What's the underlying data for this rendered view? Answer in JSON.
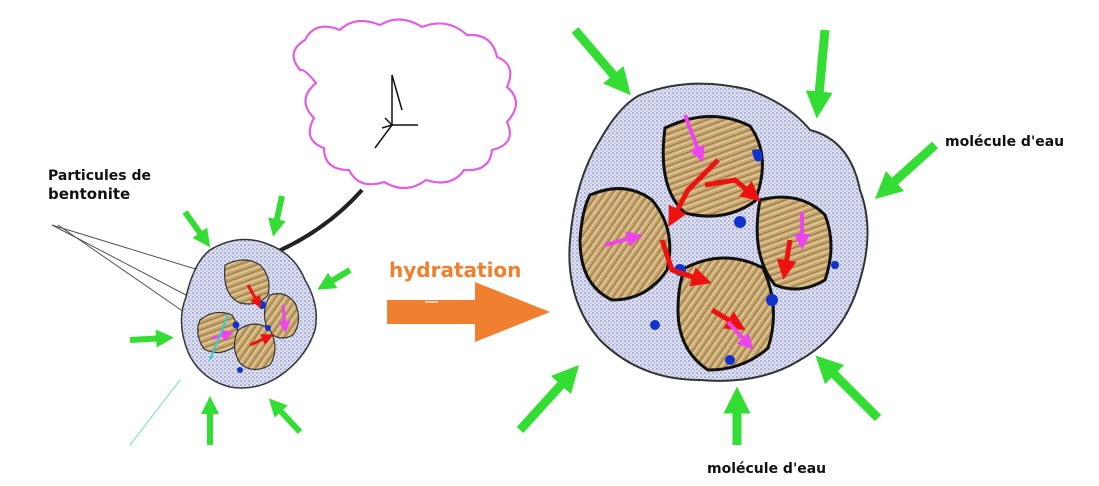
{
  "labels": {
    "particles_line1": "Particules de",
    "particles_line2": "bentonite",
    "process": "hydratation",
    "water_top": "molécule d'eau",
    "water_bottom": "molécule d'eau"
  },
  "colors": {
    "water_arrow": "#33dd33",
    "process_arrow": "#f08030",
    "cloud_outline": "#e060e0",
    "particle_fill": "#c9a870",
    "water_layer": "#c9cde8",
    "red_arrow": "#ee1111",
    "magenta_arrow": "#ee44ee",
    "bond": "#1133cc"
  }
}
